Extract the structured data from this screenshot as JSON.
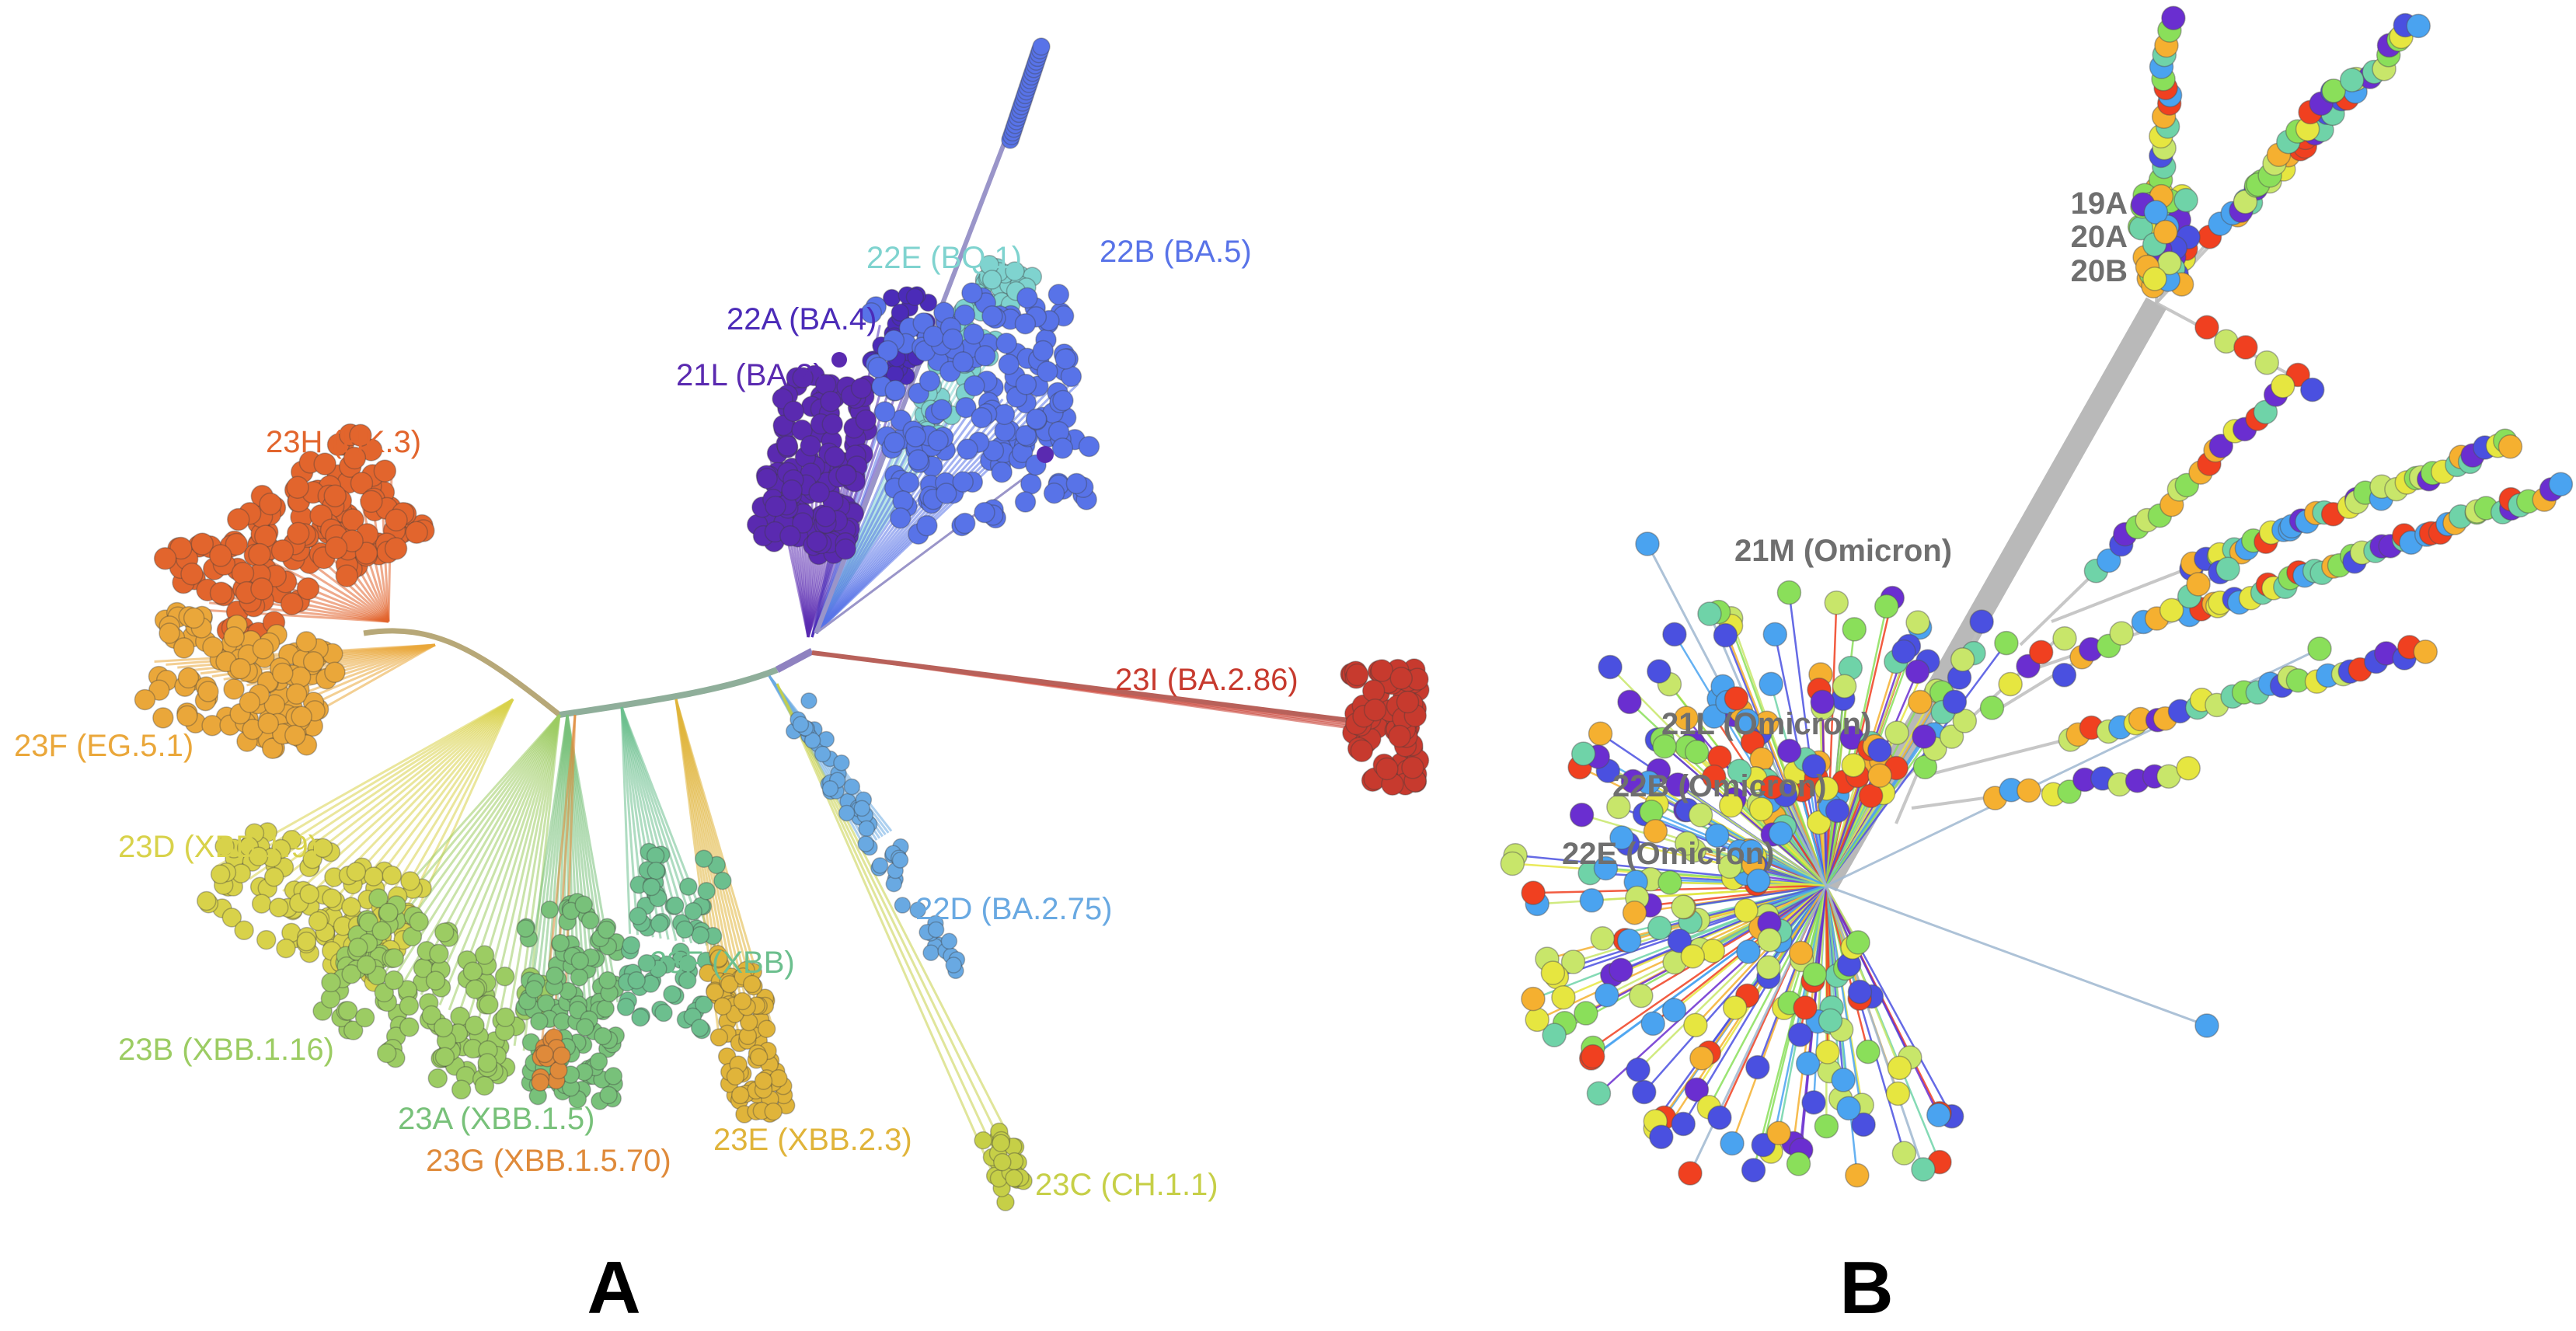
{
  "panel_a": {
    "letter": "A",
    "clades": [
      {
        "id": "22E",
        "label": "22E (BQ.1)",
        "color": "#7fd3cf"
      },
      {
        "id": "22B",
        "label": "22B (BA.5)",
        "color": "#5873e8"
      },
      {
        "id": "22A",
        "label": "22A (BA.4)",
        "color": "#4b2bb8"
      },
      {
        "id": "21L",
        "label": "21L (BA.2)",
        "color": "#5a2ab0"
      },
      {
        "id": "23H",
        "label": "23H (HK.3)",
        "color": "#e2652d"
      },
      {
        "id": "23I",
        "label": "23I (BA.2.86)",
        "color": "#c73a2e"
      },
      {
        "id": "23F_EG",
        "label": "23F (EG.5.1)",
        "color": "#eaa73a"
      },
      {
        "id": "23D",
        "label": "23D (XBB.1.9)",
        "color": "#d8d24a"
      },
      {
        "id": "22D",
        "label": "22D (BA.2.75)",
        "color": "#69a9e2"
      },
      {
        "id": "23F_XBB",
        "label": "23F (XBB)",
        "color": "#6cbf8e"
      },
      {
        "id": "23B",
        "label": "23B (XBB.1.16)",
        "color": "#9ccc63"
      },
      {
        "id": "23A",
        "label": "23A (XBB.1.5)",
        "color": "#78c17a"
      },
      {
        "id": "23G",
        "label": "23G (XBB.1.5.70)",
        "color": "#df8a3a"
      },
      {
        "id": "23E",
        "label": "23E (XBB.2.3)",
        "color": "#e0b43a"
      },
      {
        "id": "23C",
        "label": "23C (CH.1.1)",
        "color": "#c6cf47"
      }
    ]
  },
  "panel_b": {
    "letter": "B",
    "labels": [
      "19A",
      "20A",
      "20B",
      "21M (Omicron)",
      "21L (Omicron)",
      "22B (Omicron)",
      "22E (Omicron)"
    ],
    "label_color": "#6f6f6f",
    "trunk_color": "#b9b9b9",
    "palette": [
      "#4aa3f0",
      "#f04020",
      "#f5b030",
      "#c8e66a",
      "#e6e640",
      "#4a50e0",
      "#6fd3a8",
      "#6a2ed0",
      "#8adf5a"
    ]
  }
}
